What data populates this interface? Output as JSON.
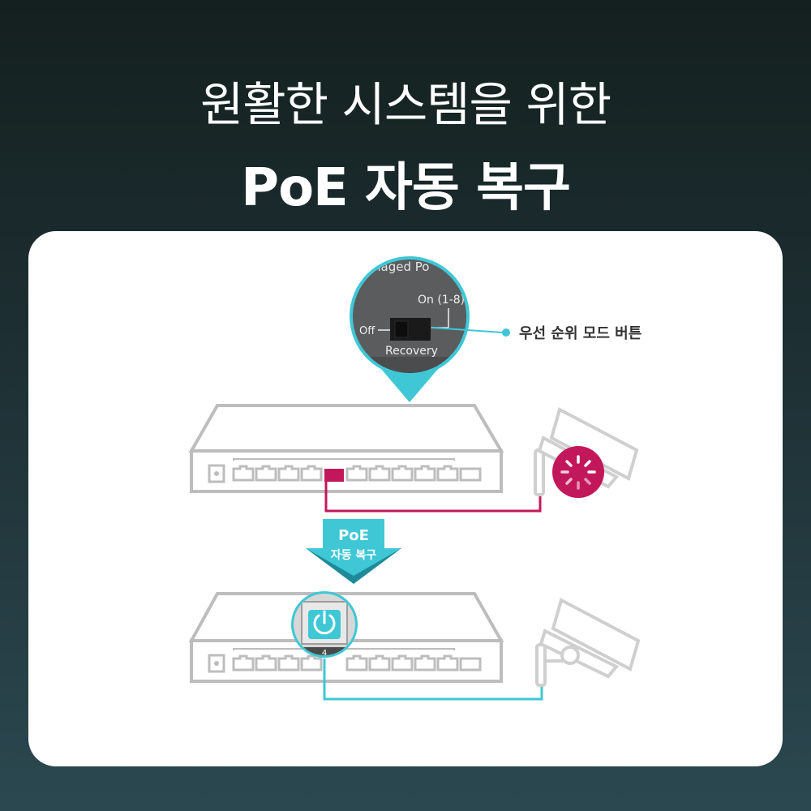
{
  "header": {
    "subtitle": "원활한 시스템을 위한",
    "title": "PoE 자동 복구"
  },
  "zoom": {
    "panel_text": "naged Po",
    "on_label": "On (1-8)",
    "off_label": "Off",
    "recovery_label": "Recovery"
  },
  "callout": {
    "label": "우선 순위 모드 버튼"
  },
  "arrow": {
    "line1": "PoE",
    "line2": "자동 복구"
  },
  "port_badge": {
    "number": "4"
  },
  "colors": {
    "accent": "#3fc7d6",
    "alert": "#c2185b",
    "switch_line": "#bdbdbd"
  }
}
